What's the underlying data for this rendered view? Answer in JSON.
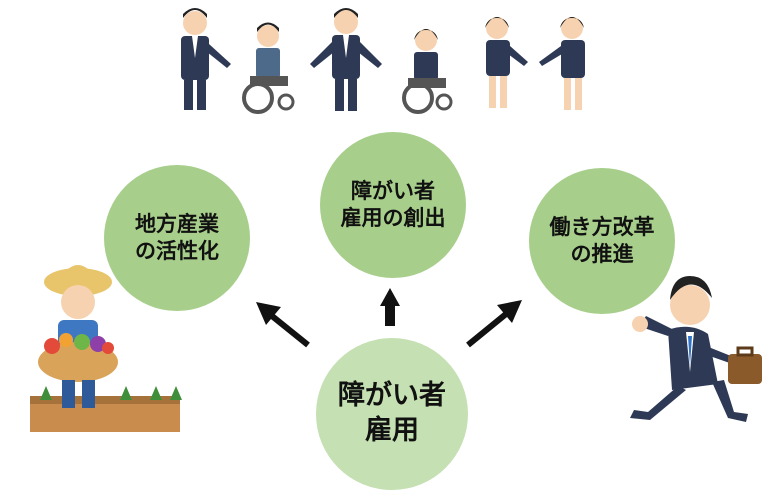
{
  "center": {
    "line1": "障がい者",
    "line2": "雇用"
  },
  "left": {
    "line1": "地方産業",
    "line2": "の活性化"
  },
  "top": {
    "line1": "障がい者",
    "line2": "雇用の創出"
  },
  "right": {
    "line1": "働き方改革",
    "line2": "の推進"
  },
  "colors": {
    "outer_circle": "#a7cf8b",
    "center_circle": "#c5e0b2",
    "arrow": "#111111"
  },
  "icons": [
    "diverse-workers-illustration",
    "farmer-illustration",
    "running-businessman-illustration"
  ]
}
